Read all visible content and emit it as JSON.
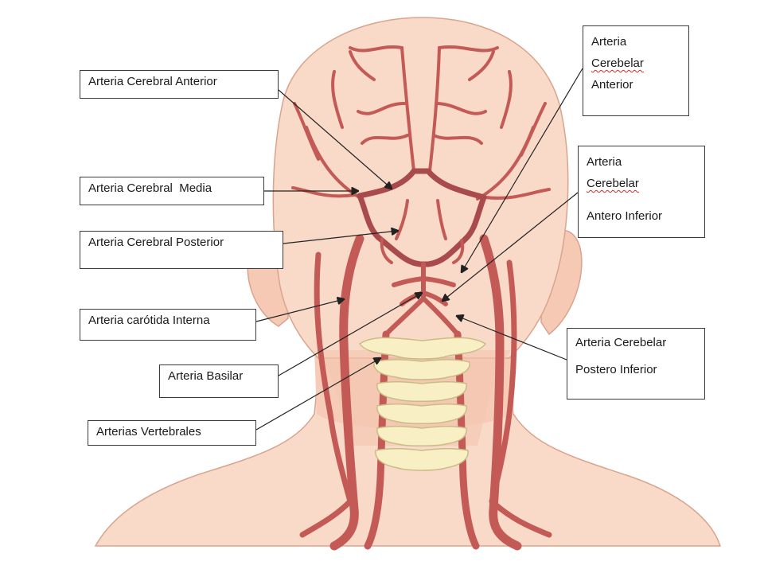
{
  "colors": {
    "skin": "#f9d9c8",
    "skin_shade": "#f2c2ab",
    "skin_outline": "#d9a48e",
    "artery": "#c45a55",
    "artery_dark": "#9a3f3c",
    "artery_circle": "#a94a4c",
    "vertebra": "#f8f0c4",
    "vertebra_outline": "#c9bc86",
    "label_border": "#3a3a3a",
    "leader_line": "#222222"
  },
  "labels": {
    "arteria_cerebral_anterior": "Arteria Cerebral Anterior",
    "arteria_cerebral_media": "Arteria Cerebral  Media",
    "arteria_cerebral_posterior": "Arteria Cerebral Posterior",
    "arteria_carotida_interna": "Arteria carótida Interna",
    "arteria_basilar": "Arteria Basilar",
    "arterias_vertebrales": "Arterias Vertebrales",
    "arteria_cerebelar_anterior": {
      "line1": "Arteria",
      "line2": "Cerebelar",
      "line3": "Anterior"
    },
    "arteria_cerebelar_antero_inferior": {
      "line1": "Arteria",
      "line2": "Cerebelar",
      "line3": "Antero Inferior"
    },
    "arteria_cerebelar_postero_inferior": {
      "line1": "Arteria Cerebelar",
      "line2": "Postero Inferior"
    }
  }
}
